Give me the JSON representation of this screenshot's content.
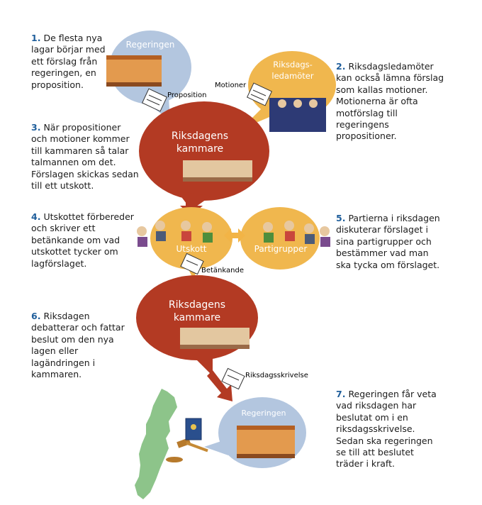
{
  "steps": [
    {
      "num": "1.",
      "text": "De flesta nya lagar börjar med ett förslag från regeringen, en proposition."
    },
    {
      "num": "2.",
      "text": "Riksdagsledamöter kan också lämna förslag som kallas motioner. Motionerna är ofta motförslag till regeringens propositioner."
    },
    {
      "num": "3.",
      "text": "När propositioner och motioner kommer till kammaren så talar talmannen om det. Förslagen skickas sedan till ett utskott."
    },
    {
      "num": "4.",
      "text": "Utskottet förbereder och skriver ett betänkande om vad utskottet tycker om lagförslaget."
    },
    {
      "num": "5.",
      "text": "Partierna i riksdagen diskuterar förslaget i sina partigrupper och bestämmer vad man ska tycka om förslaget."
    },
    {
      "num": "6.",
      "text": "Riksdagen debatterar och fattar beslut om den nya lagen eller lagändringen i kammaren."
    },
    {
      "num": "7.",
      "text": "Regeringen får veta vad riksdagen har beslutat om i en riksdagsskrivelse. Sedan ska regeringen se till att beslutet träder i kraft."
    }
  ],
  "bubbles": {
    "regeringen_top": "Regeringen",
    "ledamoter_1": "Riksdags-",
    "ledamoter_2": "ledamöter",
    "kammare1_1": "Riksdagens",
    "kammare1_2": "kammare",
    "utskott": "Utskott",
    "partigrupper": "Partigrupper",
    "kammare2_1": "Riksdagens",
    "kammare2_2": "kammare",
    "regeringen_bottom": "Regeringen"
  },
  "labels": {
    "proposition": "Proposition",
    "motioner": "Motioner",
    "betankande": "Betänkande",
    "riksdagsskrivelse": "Riksdagsskrivelse"
  },
  "colors": {
    "number": "#1f5e9b",
    "regeringen_bubble": "#b3c6df",
    "member_bubble": "#f0b74e",
    "chamber_bubble": "#b33a23",
    "arrow": "#f2b446",
    "sweden_map": "#8dc48a"
  }
}
